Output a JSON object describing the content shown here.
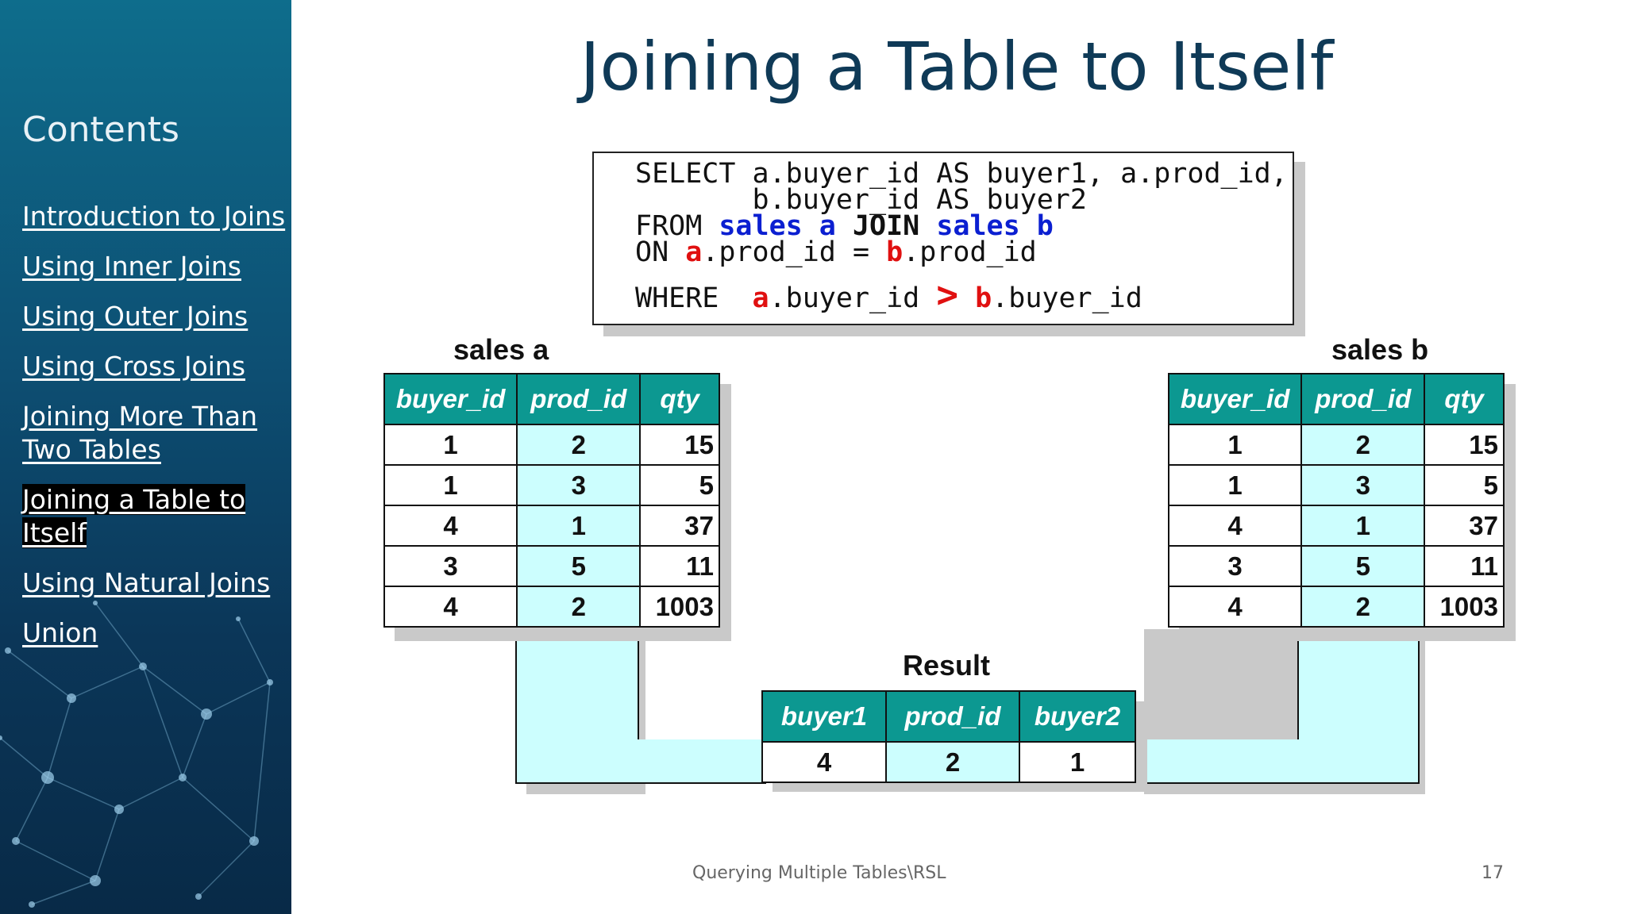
{
  "sidebar": {
    "heading": "Contents",
    "items": [
      {
        "label": "Introduction to Joins"
      },
      {
        "label": "Using Inner Joins"
      },
      {
        "label": "Using Outer Joins"
      },
      {
        "label": "Using Cross Joins"
      },
      {
        "label": "Joining More Than Two Tables"
      },
      {
        "label": "Joining a Table to Itself"
      },
      {
        "label": "Using Natural Joins"
      },
      {
        "label": "Union"
      }
    ]
  },
  "slide": {
    "title": "Joining a Table to Itself",
    "sql": {
      "l1": "SELECT a.buyer_id AS buyer1, a.prod_id,",
      "l2": "       b.buyer_id AS buyer2",
      "from_kw": "FROM ",
      "sales_a": "sales a",
      "join_kw": " JOIN ",
      "sales_b": "sales b",
      "on_kw": "ON ",
      "a": "a",
      "on_rest1": ".prod_id = ",
      "b": "b",
      "on_rest2": ".prod_id",
      "where_kw": "WHERE  ",
      "where_mid": ".buyer_id ",
      "gt": ">",
      "where_end": ".buyer_id"
    },
    "sales_a": {
      "label": "sales a",
      "headers": [
        "buyer_id",
        "prod_id",
        "qty"
      ],
      "rows": [
        [
          "1",
          "2",
          "15"
        ],
        [
          "1",
          "3",
          "5"
        ],
        [
          "4",
          "1",
          "37"
        ],
        [
          "3",
          "5",
          "11"
        ],
        [
          "4",
          "2",
          "1003"
        ]
      ]
    },
    "sales_b": {
      "label": "sales b",
      "headers": [
        "buyer_id",
        "prod_id",
        "qty"
      ],
      "rows": [
        [
          "1",
          "2",
          "15"
        ],
        [
          "1",
          "3",
          "5"
        ],
        [
          "4",
          "1",
          "37"
        ],
        [
          "3",
          "5",
          "11"
        ],
        [
          "4",
          "2",
          "1003"
        ]
      ]
    },
    "result": {
      "label": "Result",
      "headers": [
        "buyer1",
        "prod_id",
        "buyer2"
      ],
      "rows": [
        [
          "4",
          "2",
          "1"
        ]
      ]
    },
    "footer": "Querying Multiple Tables\\RSL",
    "page_number": "17"
  }
}
